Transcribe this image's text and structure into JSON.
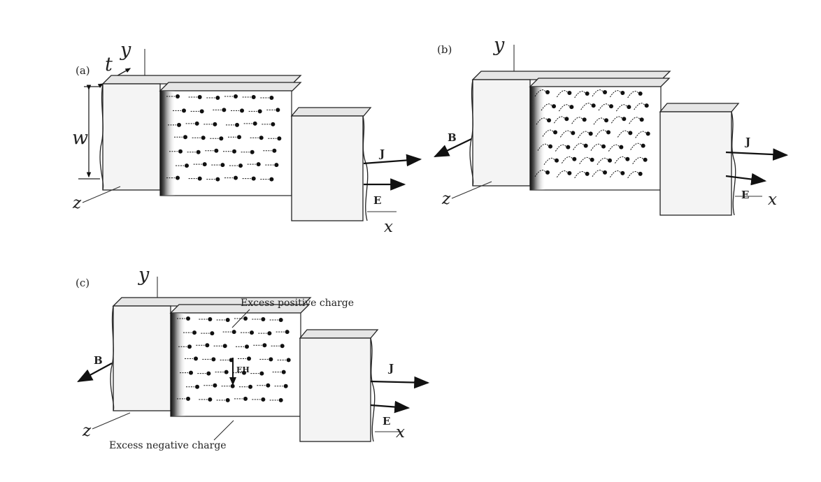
{
  "panels": [
    {
      "id": "a",
      "label": "(a)",
      "y_axis": "y",
      "z_axis": "z",
      "x_axis": "x",
      "t_label": "t",
      "w_label": "w",
      "current": "J",
      "field": "E",
      "carrier_motion": "straight"
    },
    {
      "id": "b",
      "label": "(b)",
      "y_axis": "y",
      "z_axis": "z",
      "x_axis": "x",
      "current": "J",
      "field": "E",
      "magnetic": "B",
      "carrier_motion": "curved"
    },
    {
      "id": "c",
      "label": "(c)",
      "y_axis": "y",
      "z_axis": "z",
      "x_axis": "x",
      "current": "J",
      "field": "E",
      "magnetic": "B",
      "hall_field": "EH",
      "annotation_top": "Excess positive charge",
      "annotation_bottom": "Excess negative charge",
      "carrier_motion": "straight"
    }
  ],
  "colors": {
    "ink": "#222222",
    "dot": "#111111",
    "paper": "#ffffff",
    "bar_face": "#f4f4f4",
    "bar_top": "#e6e6e6",
    "stipple": "#444444"
  }
}
